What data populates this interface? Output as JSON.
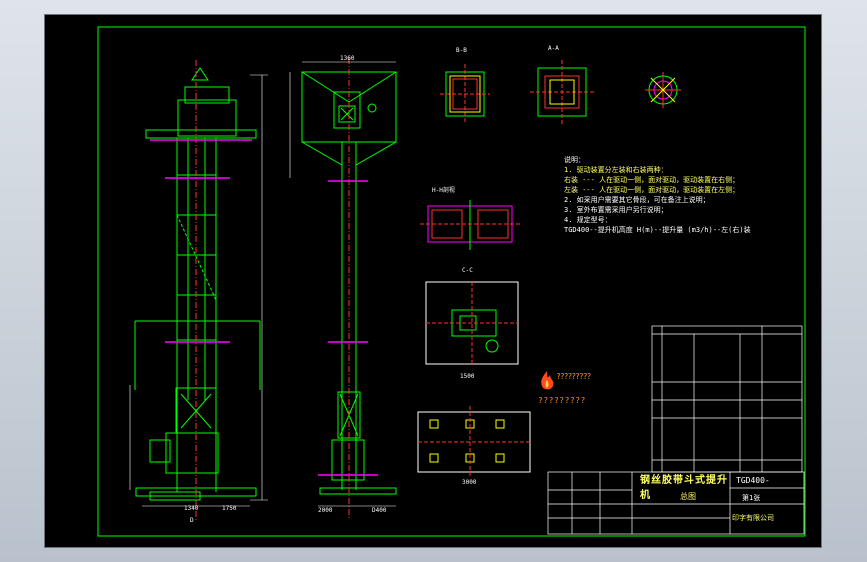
{
  "drawing": {
    "notes_heading": "说明：",
    "notes": [
      "1. 驱动装置分左装和右装两种：",
      "   右装 --- 人在驱动一侧，面对驱动，驱动装置在右侧；",
      "   左装 --- 人在驱动一侧，面对驱动，驱动装置在左侧；",
      "2. 如采用户需要其它骨段，可在备注上说明；",
      "3. 室外布置需采用户另行说明；",
      "4. 规定型号：",
      "   TGD400--提升机高度 H(m)--提升量 (m3/h)--左(右)装"
    ],
    "section_labels": {
      "hh": "H-H剖视",
      "top_view": "B-B",
      "side_view": "A-A",
      "plan": "C-C",
      "detail": "D"
    },
    "title_block": {
      "title": "钢丝胶带斗式提升机",
      "code": "TGD400-",
      "sheet": "第1张",
      "company": "印字有限公司",
      "part_label": "总图"
    },
    "watermark": {
      "line1": "?????????",
      "line2": "?????????"
    },
    "dimensions": {
      "d1": "1340",
      "d2": "1750",
      "d3": "2000",
      "d4": "1500",
      "d5": "D400",
      "d6": "1360",
      "d7": "3000"
    }
  },
  "colors": {
    "frame": "#00ff00",
    "main": "#00ff00",
    "dim": "#ffffff",
    "accent": "#ff3030",
    "cyan": "#00ffff",
    "magenta": "#ff00ff",
    "yellow": "#ffff00"
  }
}
